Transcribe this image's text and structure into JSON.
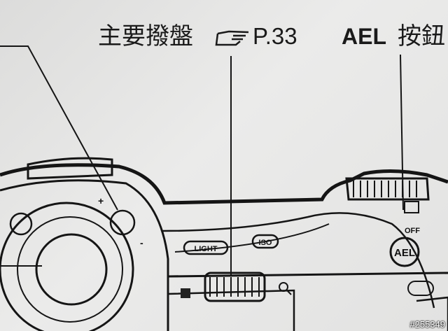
{
  "labels": {
    "main_dial": "主要撥盤",
    "page_ref": "P.33",
    "ael": "AEL",
    "button": "按鈕"
  },
  "camera_markings": {
    "light": "LIGHT",
    "iso": "ISO",
    "ael_button": "AEL",
    "off": "OFF",
    "plus": "+",
    "minus": "-"
  },
  "icons": [
    "pointing-hand-icon",
    "magnifier-icon",
    "checker-icon"
  ],
  "watermark": "#255349"
}
